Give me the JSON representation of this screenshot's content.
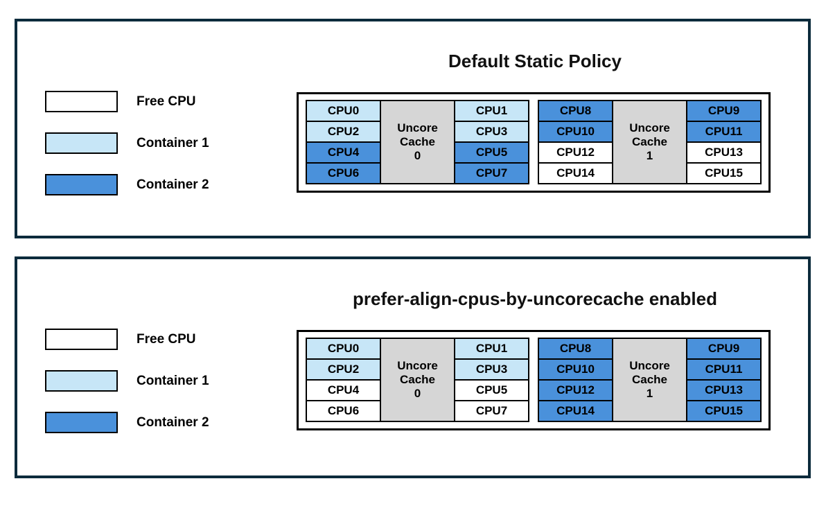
{
  "colors": {
    "free": "#FFFFFF",
    "container1": "#C7E6F7",
    "container2": "#4A91DB",
    "cache": "#D6D6D6",
    "panel_border": "#0C2B3C",
    "cell_border": "#000000"
  },
  "legend": [
    {
      "label": "Free CPU",
      "color_key": "free"
    },
    {
      "label": "Container 1",
      "color_key": "container1"
    },
    {
      "label": "Container 2",
      "color_key": "container2"
    }
  ],
  "panels": [
    {
      "title": "Default Static Policy",
      "groups": [
        {
          "cache_label": "Uncore Cache 0",
          "cache_lines": [
            "Uncore",
            "Cache",
            "0"
          ],
          "left_cpus": [
            {
              "label": "CPU0",
              "alloc": "container1"
            },
            {
              "label": "CPU2",
              "alloc": "container1"
            },
            {
              "label": "CPU4",
              "alloc": "container2"
            },
            {
              "label": "CPU6",
              "alloc": "container2"
            }
          ],
          "right_cpus": [
            {
              "label": "CPU1",
              "alloc": "container1"
            },
            {
              "label": "CPU3",
              "alloc": "container1"
            },
            {
              "label": "CPU5",
              "alloc": "container2"
            },
            {
              "label": "CPU7",
              "alloc": "container2"
            }
          ]
        },
        {
          "cache_label": "Uncore Cache 1",
          "cache_lines": [
            "Uncore",
            "Cache",
            "1"
          ],
          "left_cpus": [
            {
              "label": "CPU8",
              "alloc": "container2"
            },
            {
              "label": "CPU10",
              "alloc": "container2"
            },
            {
              "label": "CPU12",
              "alloc": "free"
            },
            {
              "label": "CPU14",
              "alloc": "free"
            }
          ],
          "right_cpus": [
            {
              "label": "CPU9",
              "alloc": "container2"
            },
            {
              "label": "CPU11",
              "alloc": "container2"
            },
            {
              "label": "CPU13",
              "alloc": "free"
            },
            {
              "label": "CPU15",
              "alloc": "free"
            }
          ]
        }
      ]
    },
    {
      "title": "prefer-align-cpus-by-uncorecache enabled",
      "groups": [
        {
          "cache_label": "Uncore Cache 0",
          "cache_lines": [
            "Uncore",
            "Cache",
            "0"
          ],
          "left_cpus": [
            {
              "label": "CPU0",
              "alloc": "container1"
            },
            {
              "label": "CPU2",
              "alloc": "container1"
            },
            {
              "label": "CPU4",
              "alloc": "free"
            },
            {
              "label": "CPU6",
              "alloc": "free"
            }
          ],
          "right_cpus": [
            {
              "label": "CPU1",
              "alloc": "container1"
            },
            {
              "label": "CPU3",
              "alloc": "container1"
            },
            {
              "label": "CPU5",
              "alloc": "free"
            },
            {
              "label": "CPU7",
              "alloc": "free"
            }
          ]
        },
        {
          "cache_label": "Uncore Cache 1",
          "cache_lines": [
            "Uncore",
            "Cache",
            "1"
          ],
          "left_cpus": [
            {
              "label": "CPU8",
              "alloc": "container2"
            },
            {
              "label": "CPU10",
              "alloc": "container2"
            },
            {
              "label": "CPU12",
              "alloc": "container2"
            },
            {
              "label": "CPU14",
              "alloc": "container2"
            }
          ],
          "right_cpus": [
            {
              "label": "CPU9",
              "alloc": "container2"
            },
            {
              "label": "CPU11",
              "alloc": "container2"
            },
            {
              "label": "CPU13",
              "alloc": "container2"
            },
            {
              "label": "CPU15",
              "alloc": "container2"
            }
          ]
        }
      ]
    }
  ]
}
